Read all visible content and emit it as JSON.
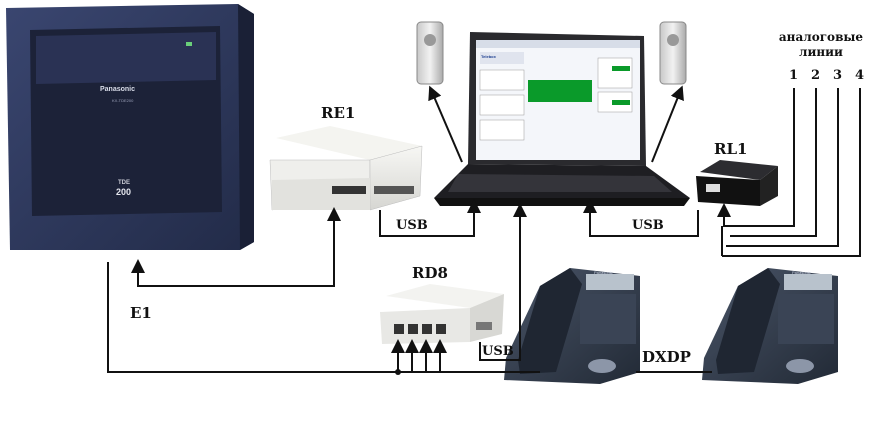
{
  "labels": {
    "re1": "RE1",
    "rl1": "RL1",
    "rd8": "RD8",
    "e1": "E1",
    "usb_left": "USB",
    "usb_right": "USB",
    "usb_bottom": "USB",
    "dxdp": "DXDP",
    "analog_line1": "аналоговые",
    "analog_line2": "линии",
    "line_numbers": [
      "1",
      "2",
      "3",
      "4"
    ]
  },
  "pbx": {
    "brand": "Panasonic",
    "model": "KX-TDE200",
    "series": "TDE",
    "number": "200"
  },
  "laptop_screen": {
    "app_title": "Telebox"
  },
  "phone": {
    "brand": "Panasonic"
  },
  "colors": {
    "pbx_body": "#2b3658",
    "connector_line": "#111111",
    "screen_accent": "#0a9a2a",
    "device_body": "#e9e9e6",
    "phone_body": "#2c3544"
  }
}
